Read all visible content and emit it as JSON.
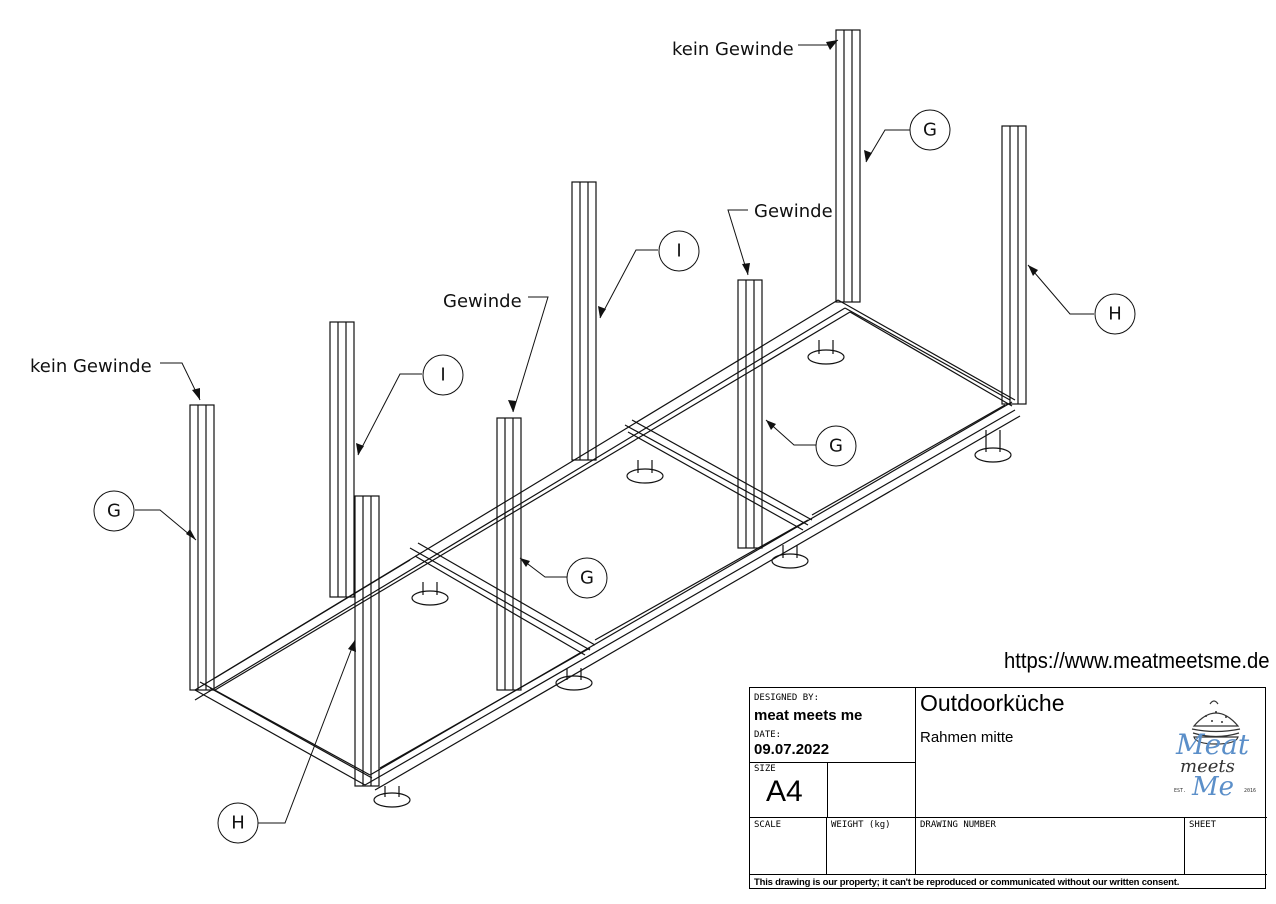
{
  "callouts": {
    "kein_gewinde_right": "kein Gewinde",
    "kein_gewinde_left": "kein Gewinde",
    "gewinde_center": "Gewinde",
    "gewinde_right": "Gewinde",
    "g": "G",
    "h": "H",
    "i": "I"
  },
  "website": "https://www.meatmeetsme.de",
  "title_block": {
    "designed_by_label": "DESIGNED BY:",
    "designed_by": "meat meets me",
    "date_label": "DATE:",
    "date": "09.07.2022",
    "size_label": "SIZE",
    "size": "A4",
    "title": "Outdoorküche",
    "subtitle": "Rahmen mitte",
    "scale_label": "SCALE",
    "weight_label": "WEIGHT (kg)",
    "drawing_number_label": "DRAWING NUMBER",
    "sheet_label": "SHEET",
    "disclaimer": "This drawing is our property; it can't be reproduced or communicated without our written consent."
  },
  "logo": {
    "line1": "Meat",
    "line2": "meets",
    "line3": "Me",
    "est": "EST.",
    "year": "2016"
  },
  "colors": {
    "line": "#111111",
    "logo_blue": "#5b8fc9",
    "logo_dark": "#333333"
  }
}
